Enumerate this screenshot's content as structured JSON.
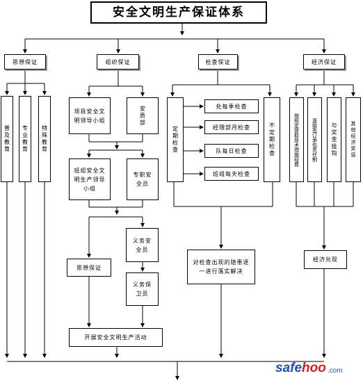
{
  "title": "安全文明生产保证体系",
  "ideology": {
    "label": "思想保证",
    "items": [
      "普及教育",
      "专业教育",
      "特殊教育"
    ]
  },
  "organization": {
    "label": "组织保证",
    "project_group": "项目安全文明领导小组",
    "safety_dept": "安质部",
    "team_group": "班组安全文明生产领导小组",
    "team_officer": "专职安全员",
    "ideology_guarantee": "思想保证",
    "volunteer_safety": "义务安全员",
    "volunteer_guard": "义务保卫员",
    "activity": "开展安全文明生产活动"
  },
  "inspection": {
    "label": "检查保证",
    "periodic": "定期检查",
    "irregular": "不定期检查",
    "checks": [
      "处每季检查",
      "经理部月检查",
      "队每日检查",
      "班组每天检查"
    ],
    "followup": "对检查出现的隐患逐一进行落实解决"
  },
  "economy": {
    "label": "经济保证",
    "items": [
      "按规定提取技术措施经费",
      "逐级签订承包责任制",
      "与奖金挂钩",
      "其他经济奖惩"
    ],
    "result": "经济兑现"
  },
  "watermark": {
    "brand_left": "safe",
    "brand_right": "hoo",
    "suffix": ".com"
  }
}
